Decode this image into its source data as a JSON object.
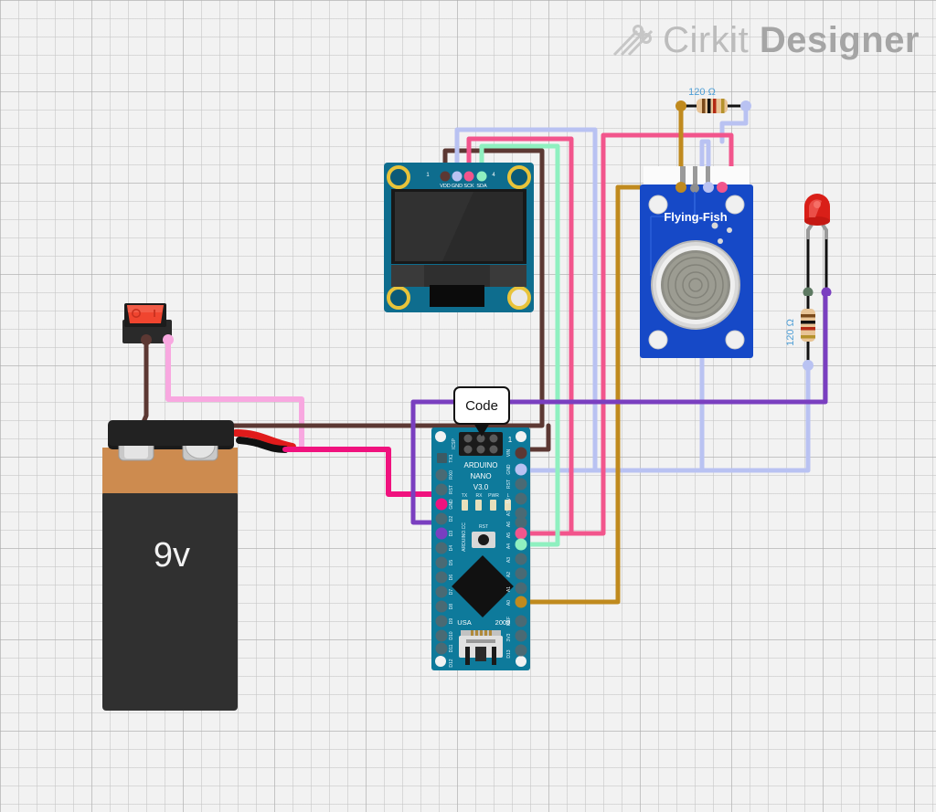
{
  "app": {
    "watermark_brand": "Cirkit",
    "watermark_product": "Designer",
    "watermark_icon": "circuit-trace-icon"
  },
  "callout": {
    "label": "Code"
  },
  "components": {
    "battery": {
      "name": "9V Battery",
      "label": "9v",
      "lead_positive_color": "#e01b1b",
      "lead_negative_color": "#111111"
    },
    "switch": {
      "name": "Rocker Switch SPST",
      "marking_off": "O",
      "marking_on": "I",
      "rocker_color": "#f0452f"
    },
    "oled": {
      "name": "OLED Display 128x64 I2C",
      "pin_number_first": "1",
      "pin_number_last": "4",
      "pins": [
        {
          "label": "VDD",
          "wire_color": "#5c3833"
        },
        {
          "label": "GND",
          "wire_color": "#b9c2f2"
        },
        {
          "label": "SCK",
          "wire_color": "#f2558c"
        },
        {
          "label": "SDA",
          "wire_color": "#8ff0c0"
        }
      ]
    },
    "nano": {
      "name": "Arduino Nano",
      "silk_line1": "ARDUINO",
      "silk_line2": "NANO",
      "silk_line3": "V3.0",
      "silk_url": "ARDUINO.CC",
      "silk_icsp": "ICSP",
      "silk_pin1": "1",
      "silk_country": "USA",
      "silk_year": "2009",
      "reset_label": "RST",
      "leds": [
        "TX",
        "RX",
        "PWR",
        "L"
      ],
      "left_pins": [
        "TX1",
        "RX0",
        "RST",
        "GND",
        "D2",
        "D3",
        "D4",
        "D5",
        "D6",
        "D7",
        "D8",
        "D9",
        "D10",
        "D11",
        "D12"
      ],
      "right_pins": [
        "VIN",
        "GND",
        "RST",
        "5V",
        "A7",
        "A6",
        "A5",
        "A4",
        "A3",
        "A2",
        "A1",
        "A0",
        "REF",
        "3V3",
        "D13"
      ],
      "connected_left": {
        "GND": "#f0127e",
        "D3": "#7a3fc0"
      },
      "connected_right": {
        "VIN": "#5c3833",
        "GND": "#b9c2f2",
        "A5": "#f2558c",
        "A4": "#8ff0c0",
        "A0": "#c08a1e"
      }
    },
    "gas_sensor": {
      "name": "MQ Gas Sensor Module",
      "brand_label": "Flying-Fish",
      "pins": [
        {
          "wire_color": "#c08a1e"
        },
        {
          "wire_color": "#b9c2f2"
        },
        {
          "wire_color": "#f2558c"
        }
      ]
    },
    "resistor_top": {
      "name": "Resistor",
      "label": "120 Ω",
      "value": "120",
      "unit": "Ω",
      "orientation": "horizontal"
    },
    "resistor_right": {
      "name": "Resistor",
      "label": "120 Ω",
      "value": "120",
      "unit": "Ω",
      "orientation": "vertical"
    },
    "led": {
      "name": "Red LED",
      "color": "#e02b23",
      "anode_wire_color": "#7a3fc0",
      "cathode_wire_color": "#b9c2f2"
    }
  },
  "wires": [
    {
      "from": "battery.positive",
      "to": "switch.terminal1",
      "color": "#5c3833"
    },
    {
      "from": "switch.terminal2",
      "to": "nano.VIN",
      "color": "#f8a8e0"
    },
    {
      "from": "battery.negative",
      "to": "nano.GND",
      "color": "#f0127e"
    },
    {
      "from": "nano.VIN",
      "to": "oled.VDD",
      "color": "#5c3833"
    },
    {
      "from": "nano.GND",
      "to": "oled.GND",
      "color": "#b9c2f2"
    },
    {
      "from": "nano.A5",
      "to": "oled.SCK",
      "color": "#f2558c"
    },
    {
      "from": "nano.A4",
      "to": "oled.SDA",
      "color": "#8ff0c0"
    },
    {
      "from": "nano.A0",
      "to": "gas_sensor.AOUT",
      "color": "#c08a1e"
    },
    {
      "from": "nano.GND",
      "to": "gas_sensor.GND",
      "color": "#b9c2f2"
    },
    {
      "from": "nano.A5",
      "to": "gas_sensor.VCC",
      "color": "#f2558c"
    },
    {
      "from": "nano.D3",
      "to": "led.anode",
      "color": "#7a3fc0"
    },
    {
      "from": "led.cathode",
      "to": "resistor_right",
      "color": "#b9c2f2"
    },
    {
      "from": "resistor_top",
      "to": "gas_sensor",
      "color": "#c08a1e"
    }
  ],
  "palette": {
    "canvas_bg": "#f2f2f2",
    "grid_minor": "#c4c4c4",
    "grid_major": "#aaaaaa",
    "board_teal": "#0e7a9b",
    "sensor_blue": "#1649c7",
    "watermark_gray": "#b9b9b9"
  }
}
